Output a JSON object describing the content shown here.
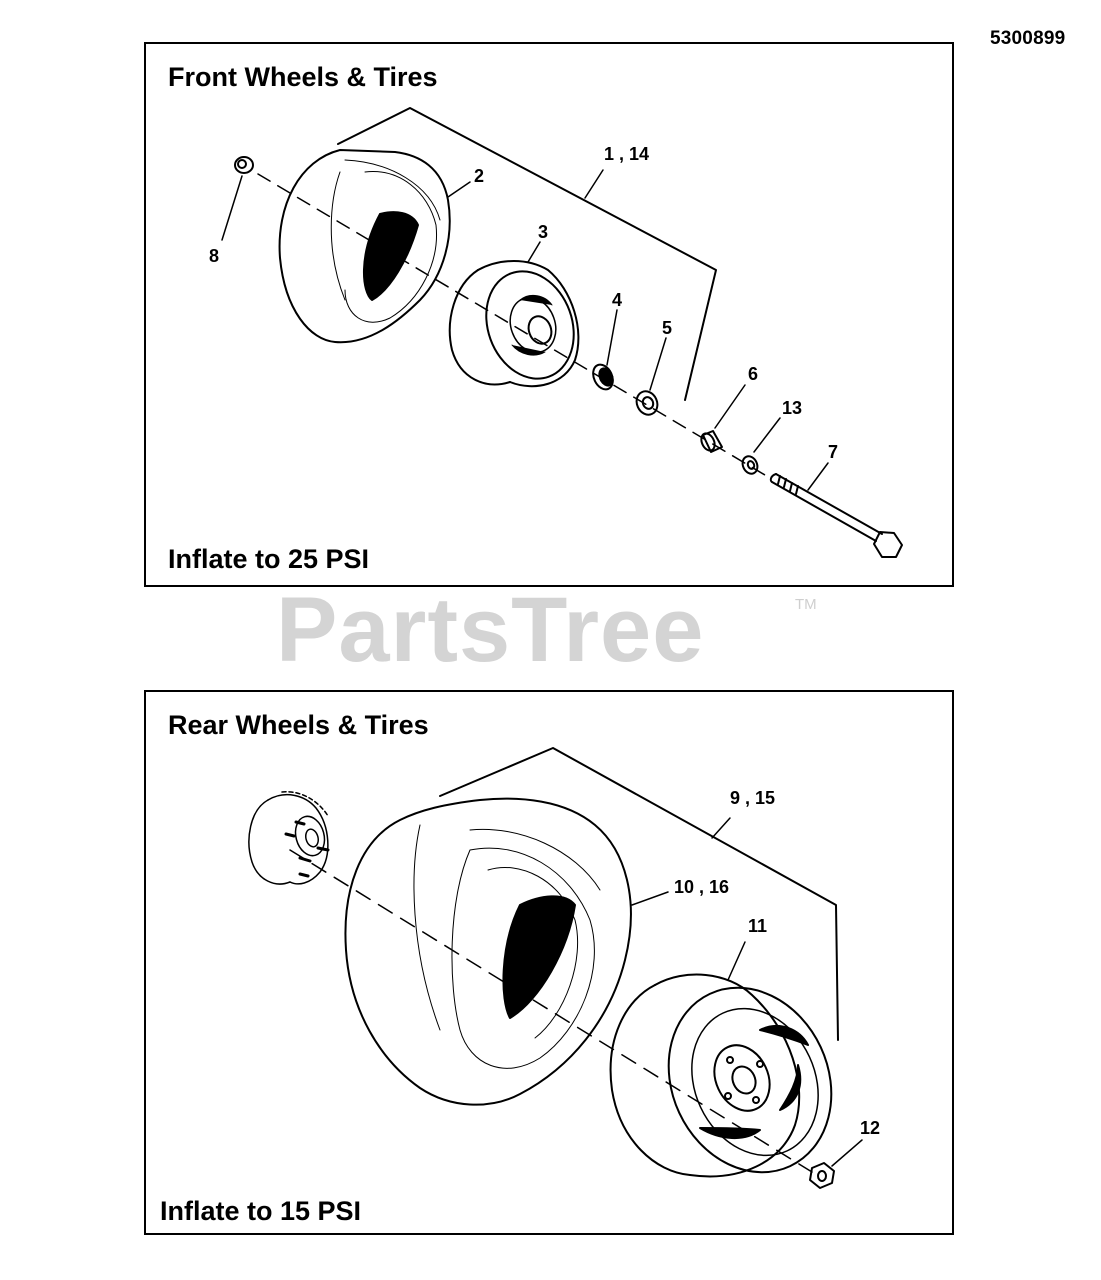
{
  "document_number": "5300899",
  "watermark": {
    "text": "PartsTree",
    "trademark": "TM"
  },
  "front_panel": {
    "title": "Front Wheels & Tires",
    "note": "Inflate to 25 PSI",
    "callouts": {
      "c1_14": "1 , 14",
      "c2": "2",
      "c3": "3",
      "c4": "4",
      "c5": "5",
      "c6": "6",
      "c7": "7",
      "c8": "8",
      "c13": "13"
    }
  },
  "rear_panel": {
    "title": "Rear Wheels & Tires",
    "note": "Inflate to 15 PSI",
    "callouts": {
      "c9_15": "9 , 15",
      "c10_16": "10 , 16",
      "c11": "11",
      "c12": "12"
    }
  }
}
